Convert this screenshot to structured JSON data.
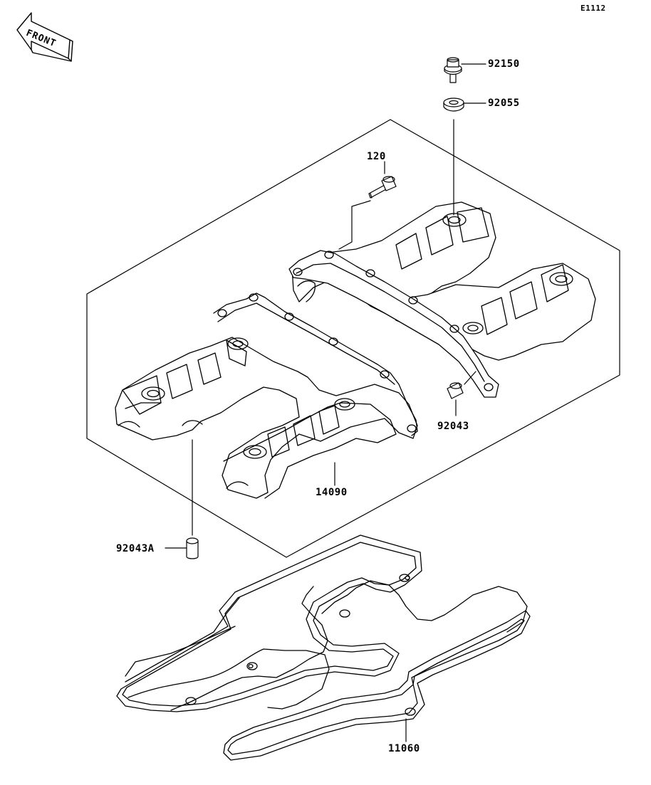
{
  "diagram": {
    "code": "E1112",
    "front_label": "FRONT",
    "parts": {
      "p92150": "92150",
      "p92055": "92055",
      "p120": "120",
      "p92043": "92043",
      "p14090": "14090",
      "p92043A": "92043A",
      "p11060": "11060"
    }
  }
}
